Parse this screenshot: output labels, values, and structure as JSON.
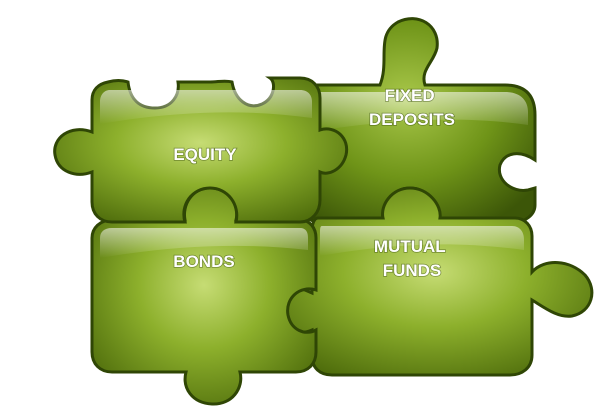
{
  "pieces": [
    {
      "id": "equity",
      "lines": [
        "EQUITY"
      ]
    },
    {
      "id": "fixed-deposits",
      "lines": [
        "FIXED",
        "DEPOSITS"
      ]
    },
    {
      "id": "bonds",
      "lines": [
        "BONDS"
      ]
    },
    {
      "id": "mutual-funds",
      "lines": [
        "MUTUAL",
        "FUNDS"
      ]
    }
  ],
  "colors": {
    "piece_light": "#c6dc74",
    "piece_mid": "#8db02c",
    "piece_dark": "#4d6b0b",
    "piece_edge": "#2f4605",
    "background": "#ffffff"
  }
}
